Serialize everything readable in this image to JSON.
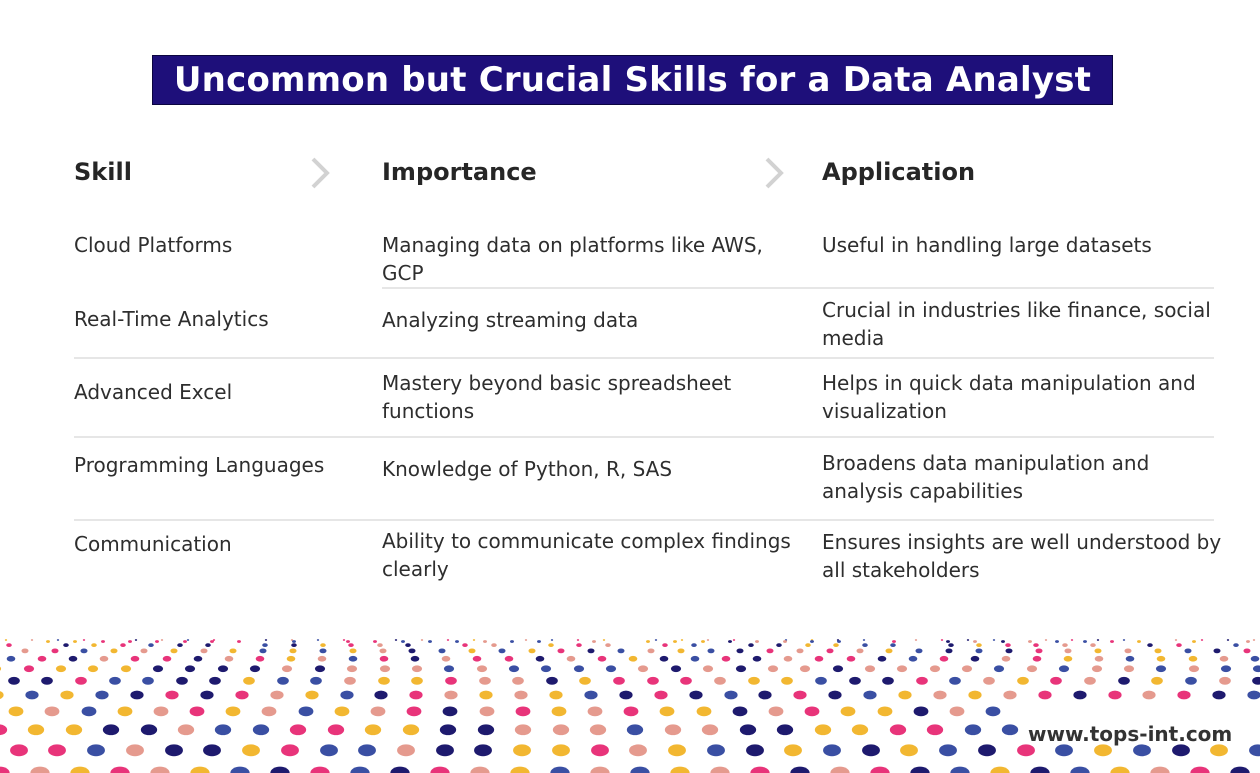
{
  "title": "Uncommon but Crucial Skills for a Data Analyst",
  "table": {
    "headers": [
      "Skill",
      "Importance",
      "Application"
    ],
    "rows": [
      {
        "skill": "Cloud Platforms",
        "importance": [
          "Managing data on platforms like AWS,",
          "GCP"
        ],
        "application": [
          "Useful in handling large datasets"
        ]
      },
      {
        "skill": "Real-Time Analytics",
        "importance": [
          "Analyzing streaming data"
        ],
        "application": [
          "Crucial in industries like finance, social",
          "media"
        ]
      },
      {
        "skill": "Advanced Excel",
        "importance": [
          "Mastery beyond basic spreadsheet",
          "functions"
        ],
        "application": [
          "Helps in quick data manipulation and",
          "visualization"
        ]
      },
      {
        "skill": "Programming Languages",
        "importance": [
          "Knowledge of Python, R, SAS"
        ],
        "application": [
          "Broadens data manipulation and",
          "analysis capabilities"
        ]
      },
      {
        "skill": "Communication",
        "importance": [
          "Ability to communicate complex findings",
          "clearly"
        ],
        "application": [
          "Ensures insights are well understood by",
          "all stakeholders"
        ]
      }
    ]
  },
  "footer": {
    "site": "www.tops-int.com"
  },
  "colors": {
    "title_bg": "#1e0f7a",
    "dot_palette": [
      "#1e1a6e",
      "#f2b731",
      "#e8347a",
      "#3a4fa3",
      "#e59a8e"
    ]
  },
  "icons": {
    "header_separator": "chevron-right-icon"
  }
}
